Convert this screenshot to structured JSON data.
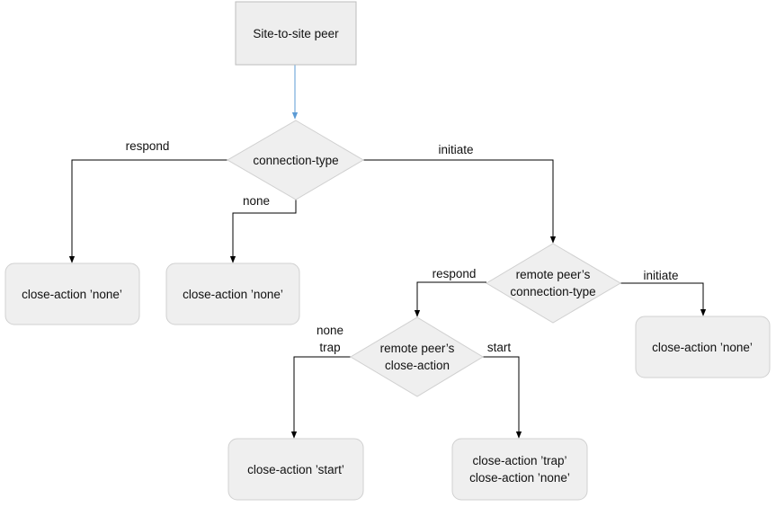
{
  "diagram": {
    "nodes": {
      "start": {
        "label": "Site-to-site peer"
      },
      "connection_type": {
        "label": "connection-type"
      },
      "respond_result": {
        "label": "close-action ’none’"
      },
      "none_result": {
        "label": "close-action ’none’"
      },
      "remote_connection_type": {
        "line1": "remote peer’s",
        "line2": "connection-type"
      },
      "initiate_result": {
        "label": "close-action ’none’"
      },
      "remote_close_action": {
        "line1": "remote peer’s",
        "line2": "close-action"
      },
      "start_result": {
        "label": "close-action ’start’"
      },
      "trap_result": {
        "line1": "close-action ’trap’",
        "line2": "close-action ’none’"
      }
    },
    "edges": {
      "ct_respond": "respond",
      "ct_none": "none",
      "ct_initiate": "initiate",
      "rct_respond": "respond",
      "rct_initiate": "initiate",
      "rca_none": "none",
      "rca_trap": "trap",
      "rca_start": "start"
    }
  },
  "colors": {
    "node_fill": "#efefef",
    "node_stroke": "#d0d0d0",
    "start_fill": "#eeeeee",
    "start_stroke": "#bdbdbd",
    "edge": "#000000",
    "start_edge": "#5b9bd5"
  }
}
